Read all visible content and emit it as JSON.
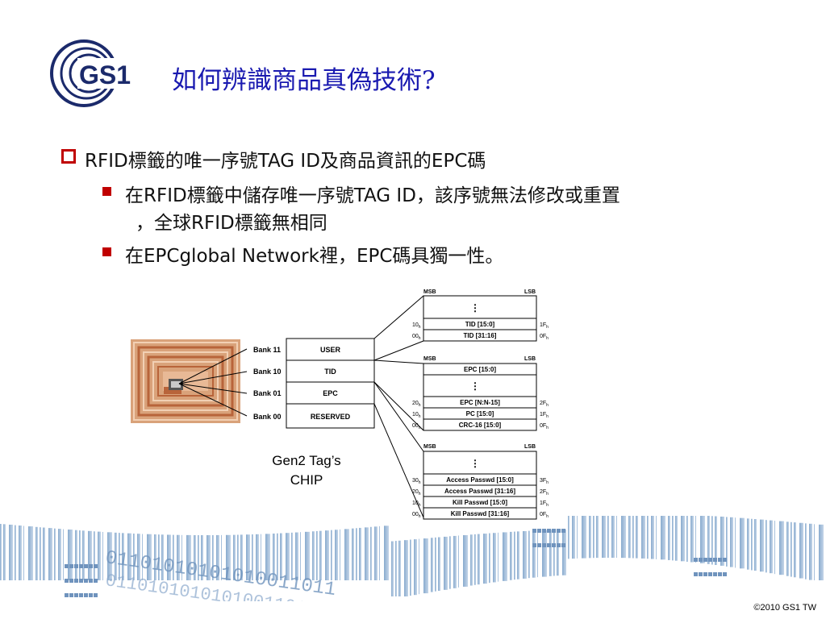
{
  "header": {
    "logo_text": "GS1",
    "title": "如何辨識商品真偽技術?"
  },
  "bullets": {
    "main": "RFID標籤的唯一序號TAG ID及商品資訊的EPC碼",
    "sub1_line1": "在RFID標籤中儲存唯一序號TAG ID，該序號無法修改或重置",
    "sub1_line2": "，全球RFID標籤無相同",
    "sub2": "在EPCglobal Network裡，EPC碼具獨一性。"
  },
  "diagram": {
    "banks": [
      {
        "bank": "Bank 11",
        "name": "USER"
      },
      {
        "bank": "Bank 10",
        "name": "TID"
      },
      {
        "bank": "Bank 01",
        "name": "EPC"
      },
      {
        "bank": "Bank 00",
        "name": "RESERVED"
      }
    ],
    "msb": "MSB",
    "lsb": "LSB",
    "ellipsis": "⋮",
    "tid_block": {
      "rows": [
        {
          "left": "10",
          "left_sub": "h",
          "label": "TID [15:0]",
          "right": "1F",
          "right_sub": "h"
        },
        {
          "left": "00",
          "left_sub": "h",
          "label": "TID [31:16]",
          "right": "0F",
          "right_sub": "h"
        }
      ]
    },
    "epc_block": {
      "top_label": "EPC [15:0]",
      "rows": [
        {
          "left": "20",
          "left_sub": "h",
          "label": "EPC [N:N-15]",
          "right": "2F",
          "right_sub": "h"
        },
        {
          "left": "10",
          "left_sub": "h",
          "label": "PC [15:0]",
          "right": "1F",
          "right_sub": "h"
        },
        {
          "left": "00",
          "left_sub": "h",
          "label": "CRC-16 [15:0]",
          "right": "0F",
          "right_sub": "h"
        }
      ]
    },
    "reserved_block": {
      "rows": [
        {
          "left": "30",
          "left_sub": "h",
          "label": "Access Passwd [15:0]",
          "right": "3F",
          "right_sub": "h"
        },
        {
          "left": "20",
          "left_sub": "h",
          "label": "Access Passwd [31:16]",
          "right": "2F",
          "right_sub": "h"
        },
        {
          "left": "10",
          "left_sub": "h",
          "label": "Kill Passwd [15:0]",
          "right": "1F",
          "right_sub": "h"
        },
        {
          "left": "00",
          "left_sub": "h",
          "label": "Kill Passwd [31:16]",
          "right": "0F",
          "right_sub": "h"
        }
      ]
    },
    "chip_label_line1": "Gen2 Tag’s",
    "chip_label_line2": "CHIP"
  },
  "footer": {
    "binary_text": "01101010101010011011",
    "copyright": "©2010 GS1 TW"
  },
  "colors": {
    "title": "#1a1ab0",
    "bullet_marker": "#c00000",
    "logo": "#1b2a6b",
    "footer_band": "#7aa0c8"
  }
}
